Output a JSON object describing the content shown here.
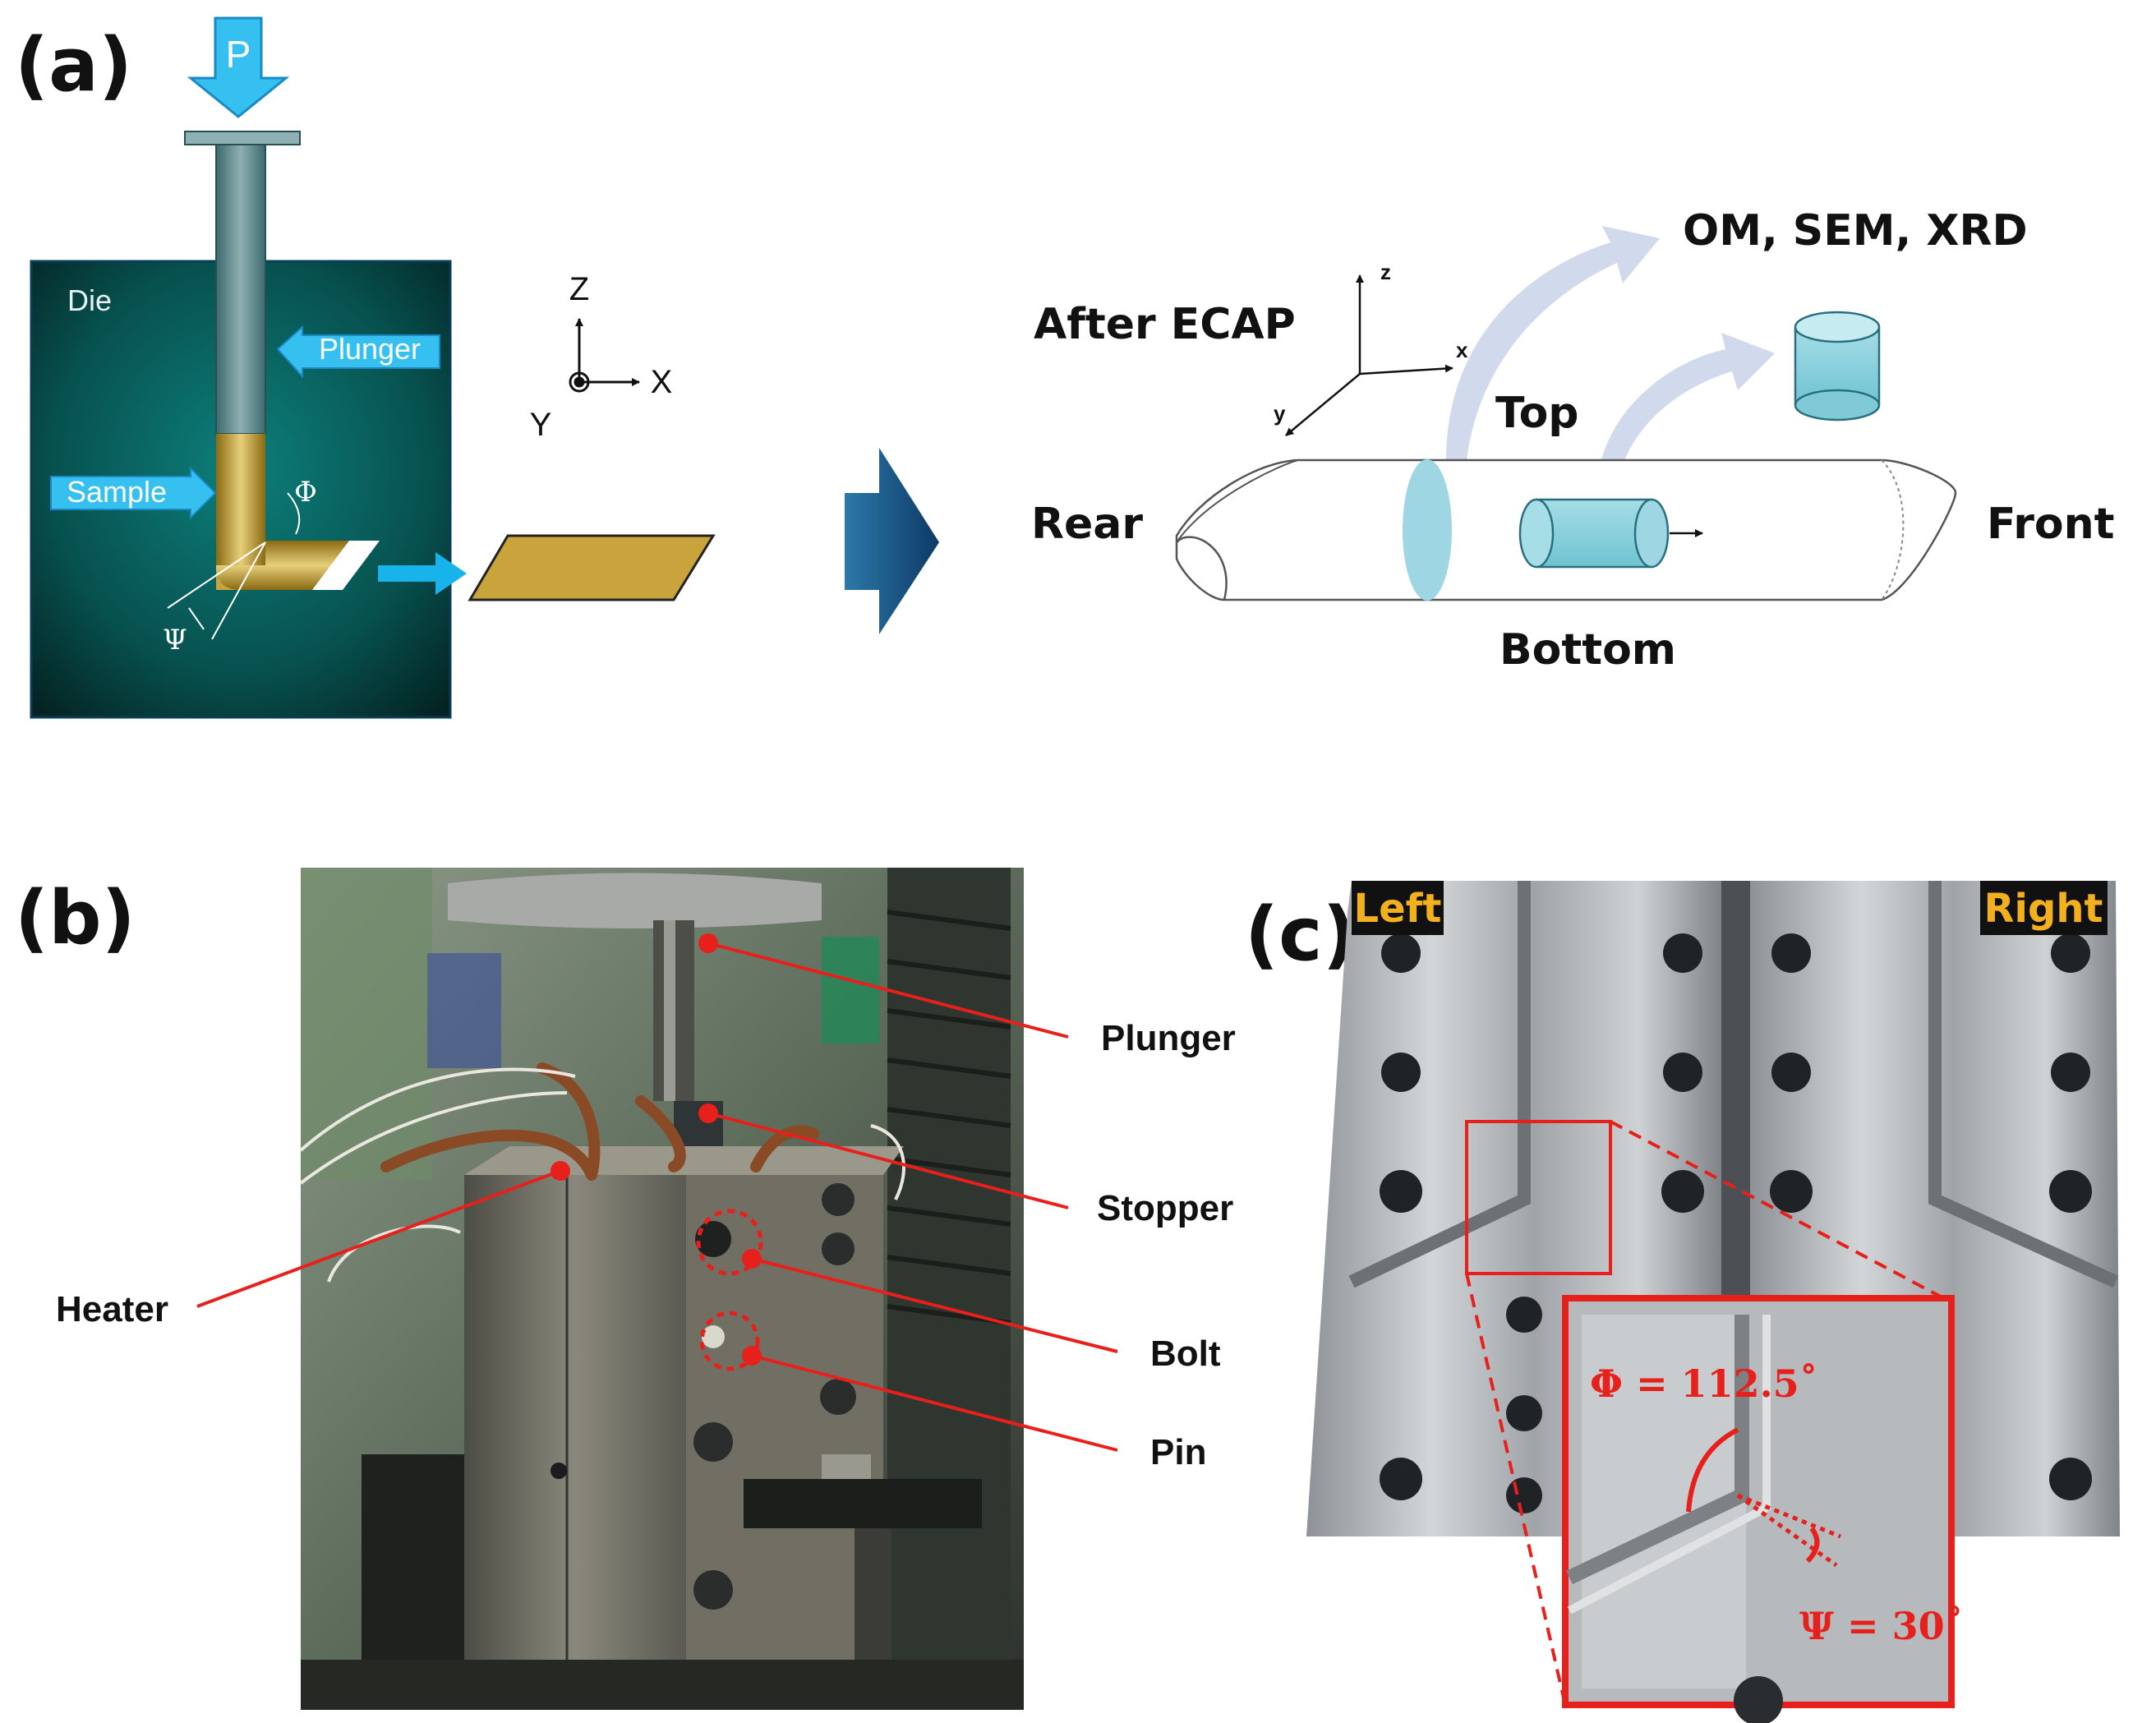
{
  "panel_a": {
    "label": "(a)",
    "force_label": "P",
    "die_label": "Die",
    "plunger_label": "Plunger",
    "sample_label": "Sample",
    "phi_symbol": "Φ",
    "psi_symbol": "Ψ",
    "axes": {
      "z": "Z",
      "x": "X",
      "y": "Y"
    },
    "after_title": "After ECAP",
    "analysis_label": "OM, SEM, XRD",
    "axes_after": {
      "z": "z",
      "x": "x",
      "y": "y"
    },
    "side_top": "Top",
    "side_bottom": "Bottom",
    "side_rear": "Rear",
    "side_front": "Front"
  },
  "panel_b": {
    "label": "(b)",
    "callouts": [
      "Plunger",
      "Stopper",
      "Heater",
      "Bolt",
      "Pin"
    ]
  },
  "panel_c": {
    "label": "(c)",
    "tag_left": "Left",
    "tag_right": "Right",
    "phi_text": "Φ = 112.5˚",
    "psi_text": "Ψ = 30˚"
  },
  "colors": {
    "die_dark": "#05312f",
    "die_teal": "#0a6f6c",
    "sample_gold": "#c9a43c",
    "arrow_cyan": "#19b3ec",
    "annotation_red": "#e8201c",
    "tag_gold": "#f2b01e"
  }
}
